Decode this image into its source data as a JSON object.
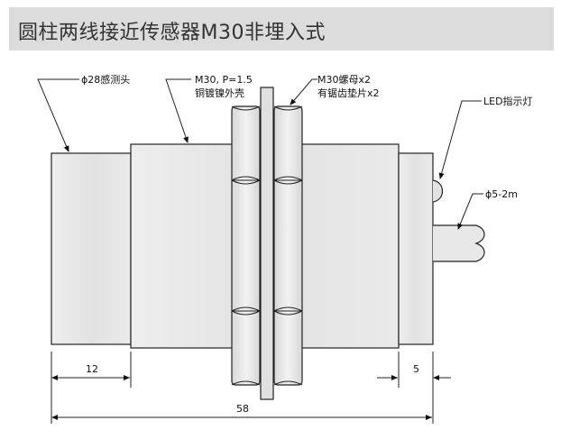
{
  "title": "圆柱两线接近传感器M30非埋入式",
  "labels": {
    "sensor_head": "ϕ28感测头",
    "thread_line1": "M30, P=1.5",
    "thread_line2": "铜镀镍外壳",
    "nut_line1": "M30螺母x2",
    "nut_line2": "有锯齿垫片x2",
    "led": "LED指示灯",
    "cable": "ϕ5-2m"
  },
  "dimensions": {
    "head_length": "12",
    "tail_length": "5",
    "total_length": "58"
  },
  "colors": {
    "title_bg": "#dcdcdc",
    "body_fill": "#e6e6e6",
    "outline": "#222222"
  }
}
